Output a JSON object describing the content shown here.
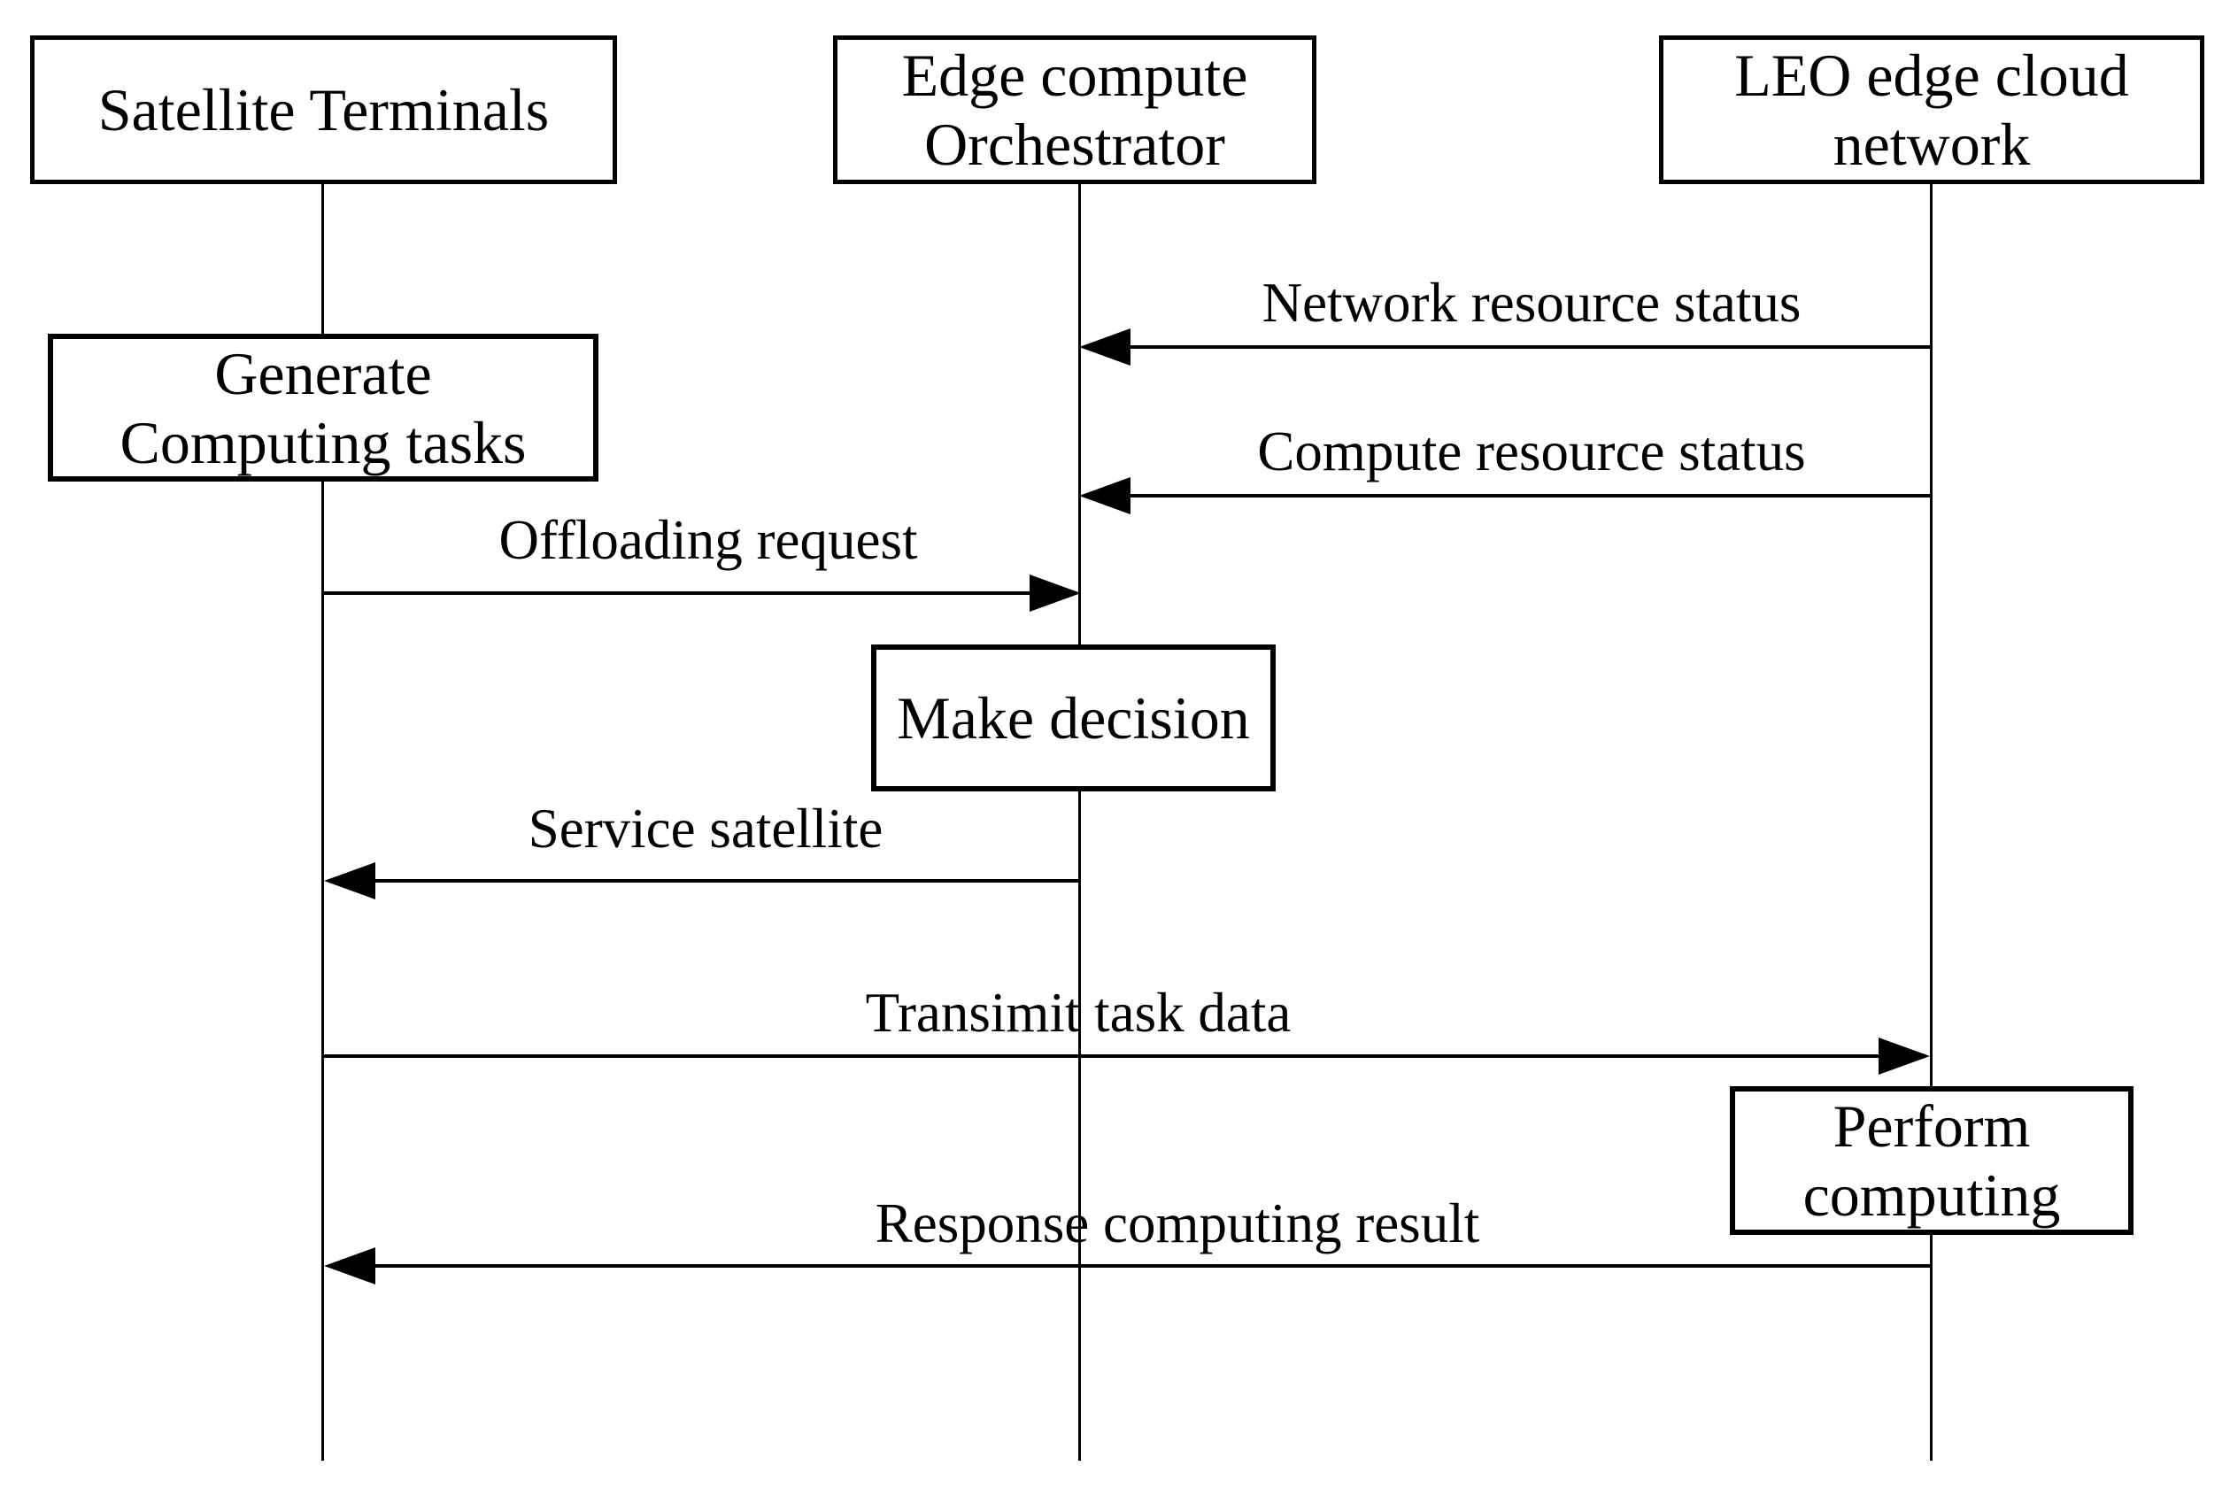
{
  "colors": {
    "ink": "#000000",
    "paper": "#ffffff"
  },
  "actors": {
    "satellite_terminals": {
      "label": "Satellite Terminals"
    },
    "edge_compute_orchestrator": {
      "line1": "Edge compute",
      "line2": "Orchestrator"
    },
    "leo_edge_cloud_network": {
      "line1": "LEO edge cloud",
      "line2": "network"
    }
  },
  "activities": {
    "generate_computing_tasks": {
      "line1": "Generate",
      "line2": "Computing tasks",
      "lifeline": "satellite_terminals"
    },
    "make_decision": {
      "label": "Make decision",
      "lifeline": "edge_compute_orchestrator"
    },
    "perform_computing": {
      "line1": "Perform",
      "line2": "computing",
      "lifeline": "leo_edge_cloud_network"
    }
  },
  "messages": {
    "network_resource_status": {
      "label": "Network resource status",
      "from": "leo_edge_cloud_network",
      "to": "edge_compute_orchestrator",
      "direction": "left"
    },
    "compute_resource_status": {
      "label": "Compute resource status",
      "from": "leo_edge_cloud_network",
      "to": "edge_compute_orchestrator",
      "direction": "left"
    },
    "offloading_request": {
      "label": "Offloading request",
      "from": "satellite_terminals",
      "to": "edge_compute_orchestrator",
      "direction": "right"
    },
    "service_satellite": {
      "label": "Service satellite",
      "from": "edge_compute_orchestrator",
      "to": "satellite_terminals",
      "direction": "left"
    },
    "transimit_task_data": {
      "label": "Transimit task data",
      "from": "satellite_terminals",
      "to": "leo_edge_cloud_network",
      "direction": "right"
    },
    "response_computing_result": {
      "label": "Response computing result",
      "from": "leo_edge_cloud_network",
      "to": "satellite_terminals",
      "direction": "left"
    }
  }
}
